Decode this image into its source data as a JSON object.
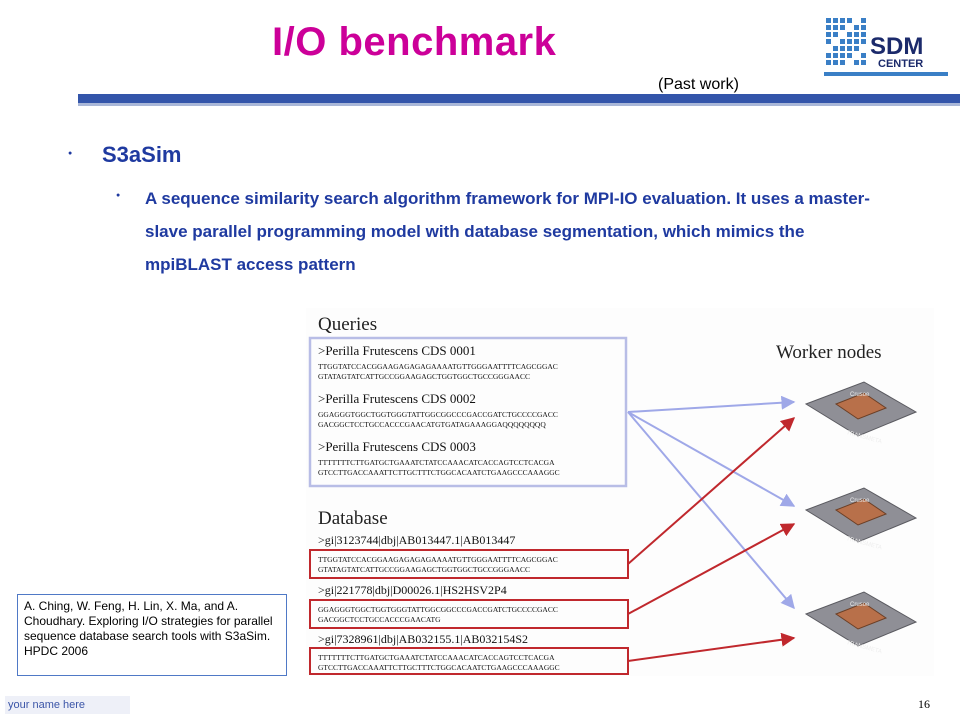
{
  "slide": {
    "title": "I/O benchmark",
    "subtitle": "(Past work)",
    "logo_text_line1": "SDM",
    "logo_text_line2": "CENTER",
    "heading": "S3aSim",
    "paragraph": "A sequence similarity search algorithm framework for MPI-IO evaluation. It uses a master-slave parallel programming model with database segmentation, which mimics the mpiBLAST access pattern",
    "reference": "A. Ching, W. Feng, H. Lin, X. Ma, and A. Choudhary. Exploring I/O strategies for parallel sequence database search tools with S3aSim. HPDC 2006",
    "footer_name": "your name here",
    "page_number": "16"
  },
  "figure": {
    "queries_title": "Queries",
    "worker_title": "Worker nodes",
    "database_title": "Database",
    "queries": [
      {
        "name": ">Perilla Frutescens CDS 0001",
        "seq1": "TTGGTATCCACGGAAGAGAGAGAAAATGTTGGGAATTTTCAGCGGAC",
        "seq2": "GTATAGTATCATTGCCGGAAGAGCTGGTGGCTGCCGGGAACC"
      },
      {
        "name": ">Perilla Frutescens CDS 0002",
        "seq1": "GGAGGGTGGCTGGTGGGTATTGGCGGCCCGACCGATCTGCCCCGACC",
        "seq2": "GACGGCTCCTGCCACCCGAACATGTGATAGAAAGGAQQQQQQQQ"
      },
      {
        "name": ">Perilla Frutescens CDS 0003",
        "seq1": "TTTTTTTCTTGATGCTGAAATCTATCCAAACATCACCAGTCCTCACGA",
        "seq2": "GTCCTTGACCAAATTCTTGCTTTCTGGCACAATCTGAAGCCCAAAGGC"
      }
    ],
    "database": [
      {
        "name": ">gi|3123744|dbj|AB013447.1|AB013447",
        "seq1": "TTGGTATCCACGGAAGAGAGAGAAAATGTTGGGAATTTTCAGCGGAC",
        "seq2": "GTATAGTATCATTGCCGGAAGAGCTGGTGGCTGCCGGGAACC"
      },
      {
        "name": ">gi|221778|dbj|D00026.1|HS2HSV2P4",
        "seq1": "GGAGGGTGGCTGGTGGGTATTGGCGGCCCGACCGATCTGCCCCGACC",
        "seq2": "GACGGCTCCTGCCACCCGAACATG"
      },
      {
        "name": ">gi|7328961|dbj|AB032155.1|AB032154S2",
        "seq1": "TTTTTTTCTTGATGCTGAAATCTATCCAAACATCACCAGTCCTCACGA",
        "seq2": "GTCCTTGACCAAATTCTTGCTTTCTGGCACAATCTGAAGCCCAAAGGC"
      }
    ],
    "chip_label": "TRANSMETA",
    "chip_brand": "Crusoe"
  },
  "colors": {
    "title": "#cc0099",
    "body_text": "#1f3aa0",
    "query_box": "#b8bde6",
    "db_box": "#c0282d",
    "query_arrow": "#9fa8e8",
    "db_arrow": "#c0282d",
    "logo_blue": "#3a7fc6"
  }
}
